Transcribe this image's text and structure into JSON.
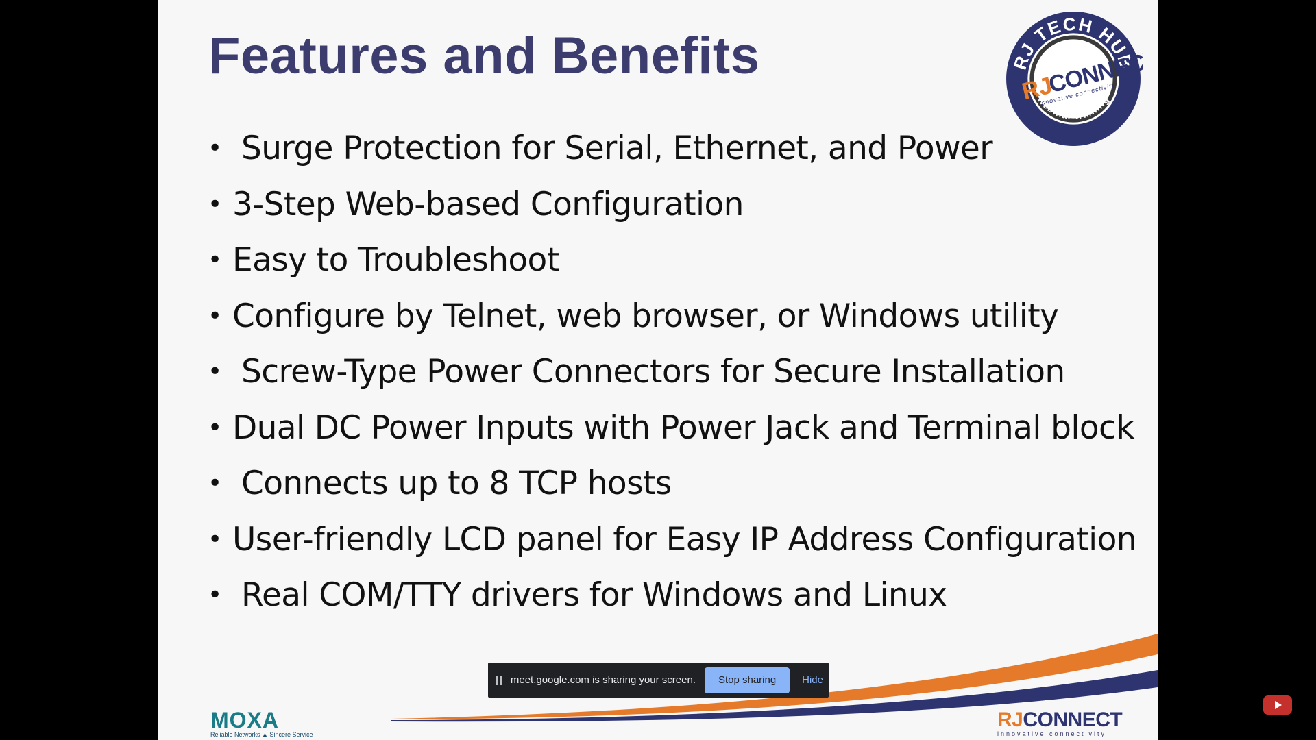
{
  "slide": {
    "title": "Features and Benefits",
    "bullet_glyph": "•",
    "bullets": [
      {
        "text": "Surge Protection for Serial, Ethernet, and Power"
      },
      {
        "text": "3-Step Web-based Configuration"
      },
      {
        "text": "Easy to Troubleshoot"
      },
      {
        "text": "Configure by Telnet, web browser, or Windows utility"
      },
      {
        "text": "Screw-Type Power Connectors for Secure Installation"
      },
      {
        "text": "Dual DC Power Inputs with Power Jack and Terminal block"
      },
      {
        "text": "Connects up to 8 TCP hosts"
      },
      {
        "text": "User-friendly LCD panel for Easy IP Address Configuration"
      },
      {
        "text": "Real COM/TTY drivers for Windows and Linux"
      }
    ],
    "badge": {
      "top_text": "RJ TECH HUB",
      "brand_rj": "RJ",
      "brand_connect": "CONNECT",
      "brand_sub": "innovative connectivity",
      "bottom_text": "webinar training"
    },
    "footer_left_logo": {
      "word": "MOXA",
      "tagline": "Reliable Networks ▲ Sincere Service"
    },
    "footer_right_logo": {
      "rj": "RJ",
      "connect": "CONNECT",
      "tagline": "innovative connectivity"
    }
  },
  "share_bar": {
    "message": "meet.google.com is sharing your screen.",
    "stop_label": "Stop sharing",
    "hide_label": "Hide",
    "icon": "pause-icon"
  },
  "overlay": {
    "icon": "youtube-icon"
  },
  "colors": {
    "title": "#3c3c6e",
    "orange": "#e57b2a",
    "navy": "#2d3470",
    "moxa_teal": "#1a7c86",
    "share_bar_bg": "#202124",
    "share_button": "#8ab4f8",
    "youtube_red": "#c4302b"
  }
}
